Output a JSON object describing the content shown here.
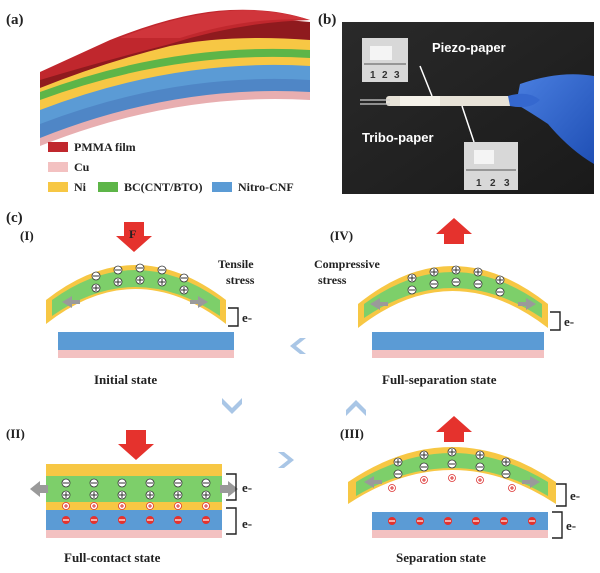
{
  "panels": {
    "a": {
      "label": "(a)",
      "legend": [
        {
          "text": "PMMA film",
          "color": "#c0272d"
        },
        {
          "text": "Cu",
          "color": "#f3c1c1"
        },
        {
          "text": "Ni",
          "color": "#f7c744"
        },
        {
          "text": "BC(CNT/BTO)",
          "color": "#5db548"
        },
        {
          "text": "Nitro-CNF",
          "color": "#5b9bd5"
        }
      ]
    },
    "b": {
      "label": "(b)",
      "piezo_label": "Piezo-paper",
      "tribo_label": "Tribo-paper",
      "ruler_digits": [
        "1",
        "2",
        "3"
      ]
    },
    "c": {
      "label": "(c)",
      "stages": {
        "I": {
          "numeral": "(I)",
          "force_label": "F",
          "stress_label_1": "Tensile",
          "stress_label_2": "stress",
          "electron_label": "e-",
          "caption": "Initial state"
        },
        "II": {
          "numeral": "(II)",
          "electron_label_top": "e-",
          "electron_label_bottom": "e-",
          "caption": "Full-contact state"
        },
        "III": {
          "numeral": "(III)",
          "electron_label_top": "e-",
          "electron_label_bottom": "e-",
          "caption": "Separation state"
        },
        "IV": {
          "numeral": "(IV)",
          "stress_label_1": "Compressive",
          "stress_label_2": "stress",
          "electron_label": "e-",
          "caption": "Full-separation state"
        }
      }
    }
  },
  "colors": {
    "pmma": "#c0272d",
    "cu": "#f3c1c1",
    "ni": "#f7c744",
    "bc": "#7dcf6a",
    "nitro": "#5b9bd5",
    "arrow_red": "#e5322d",
    "arrow_gray": "#9a9a9a",
    "chevron": "#a9c6e6"
  }
}
